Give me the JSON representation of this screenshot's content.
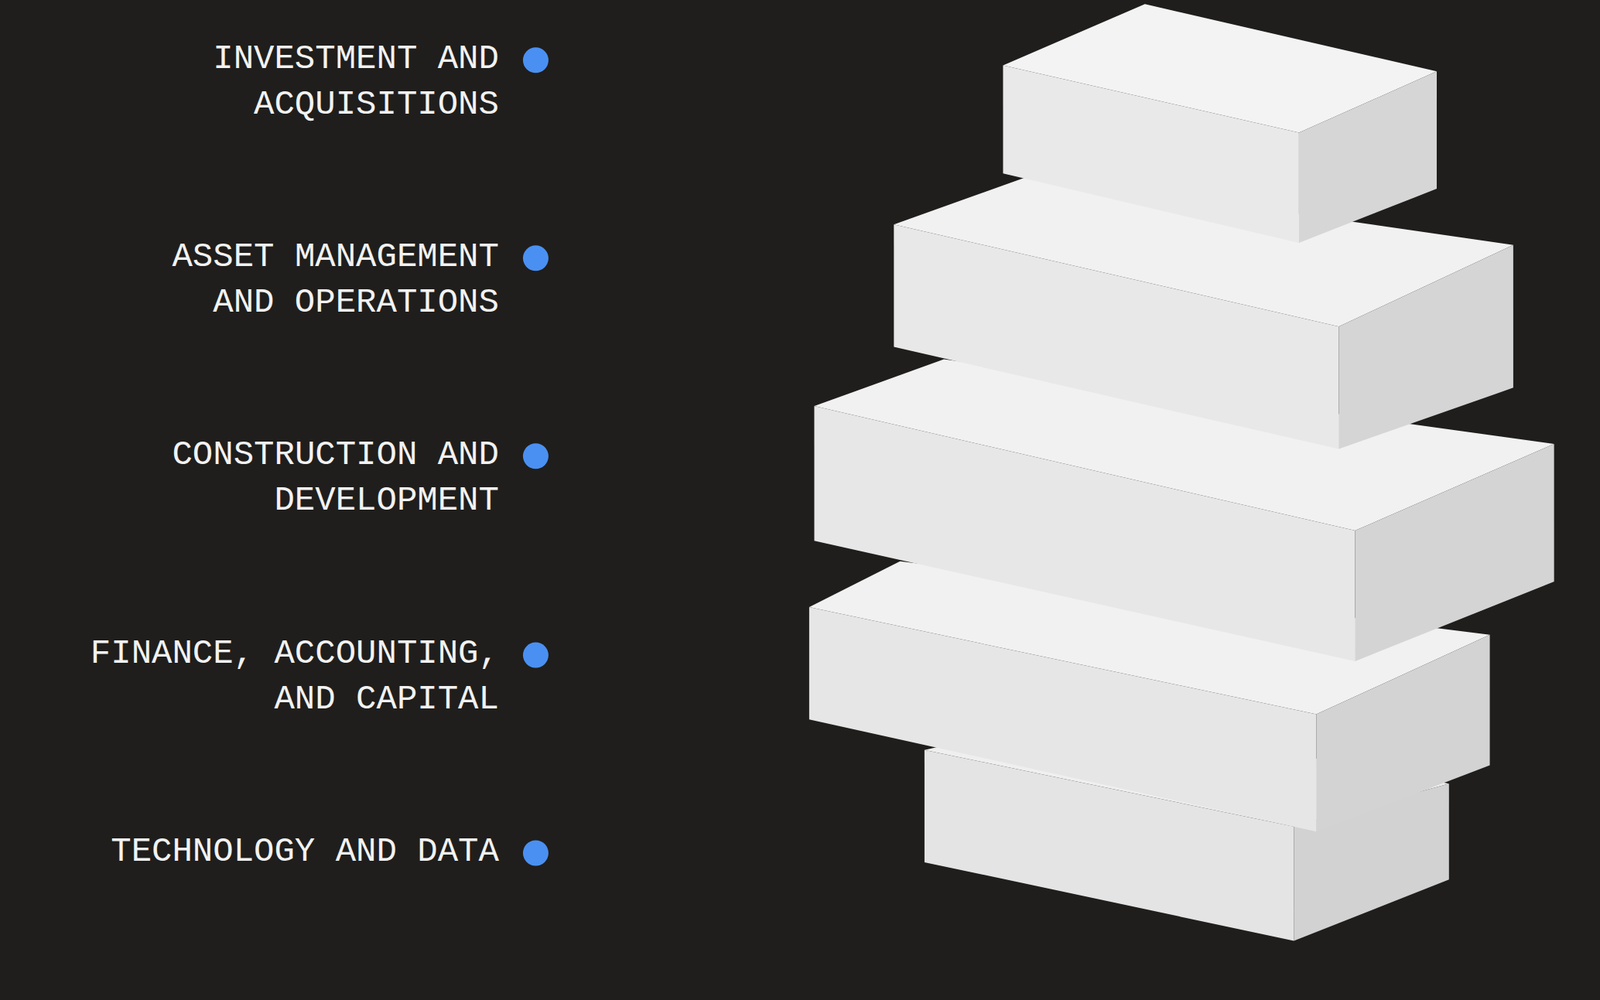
{
  "diagram": {
    "labels": [
      "INVESTMENT AND ACQUISITIONS",
      "ASSET MANAGEMENT AND OPERATIONS",
      "CONSTRUCTION AND DEVELOPMENT",
      "FINANCE, ACCOUNTING, AND CAPITAL",
      "TECHNOLOGY AND DATA"
    ]
  }
}
